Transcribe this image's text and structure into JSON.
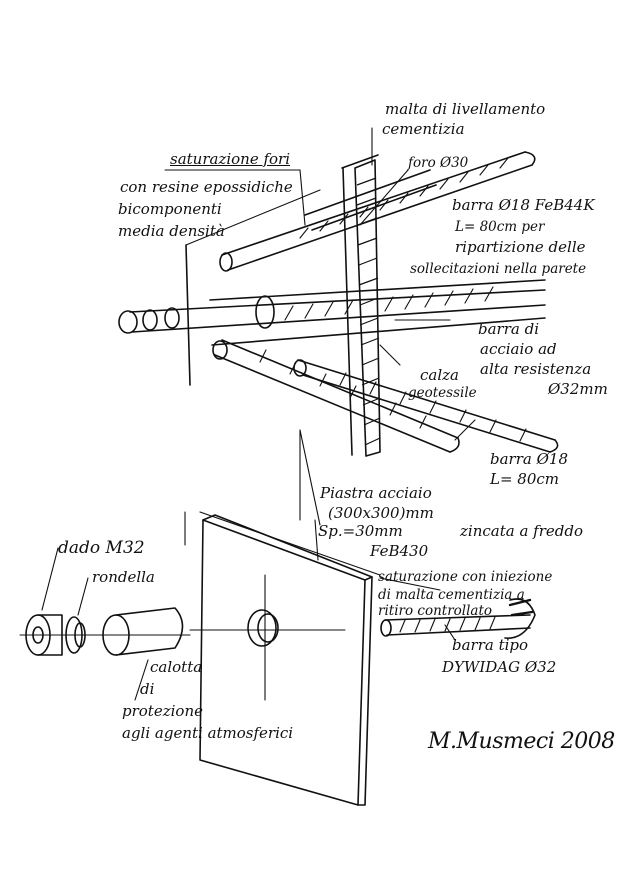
{
  "labels": {
    "malta_1": "malta di livellamento",
    "malta_2": "cementizia",
    "saturazione_1": "saturazione fori",
    "resine_1": "con resine epossidiche",
    "resine_2": "bicomponenti",
    "resine_3": "media densità",
    "foro": "foro Ø30",
    "barra18_1": "barra Ø18 FeB44K",
    "barra18_2": "L= 80cm per",
    "barra18_3": "ripartizione delle",
    "barra18_4": "sollecitazioni nella parete",
    "acciaio_1": "barra di",
    "acciaio_2": "acciaio ad",
    "acciaio_3": "alta resistenza",
    "acciaio_4": "Ø32mm",
    "calza_1": "calza",
    "calza_2": "geotessile",
    "barra18b_1": "barra Ø18",
    "barra18b_2": "L= 80cm",
    "piastra_1": "Piastra acciaio",
    "piastra_2": "(300x300)mm",
    "piastra_3": "Sp.=30mm",
    "piastra_4": "FeB430",
    "zincata": "zincata a freddo",
    "dado": "dado M32",
    "rondella": "rondella",
    "calotta_1": "calotta",
    "calotta_2": "di",
    "calotta_3": "protezione",
    "calotta_4": "agli agenti atmosferici",
    "satur2_1": "saturazione con iniezione",
    "satur2_2": "di malta cementizia a",
    "satur2_3": "ritiro controllato",
    "dywidag_1": "barra tipo",
    "dywidag_2": "DYWIDAG Ø32",
    "signature": "M.Musmeci 2008"
  },
  "colors": {
    "ink": "#111111",
    "paper": "#ffffff"
  }
}
